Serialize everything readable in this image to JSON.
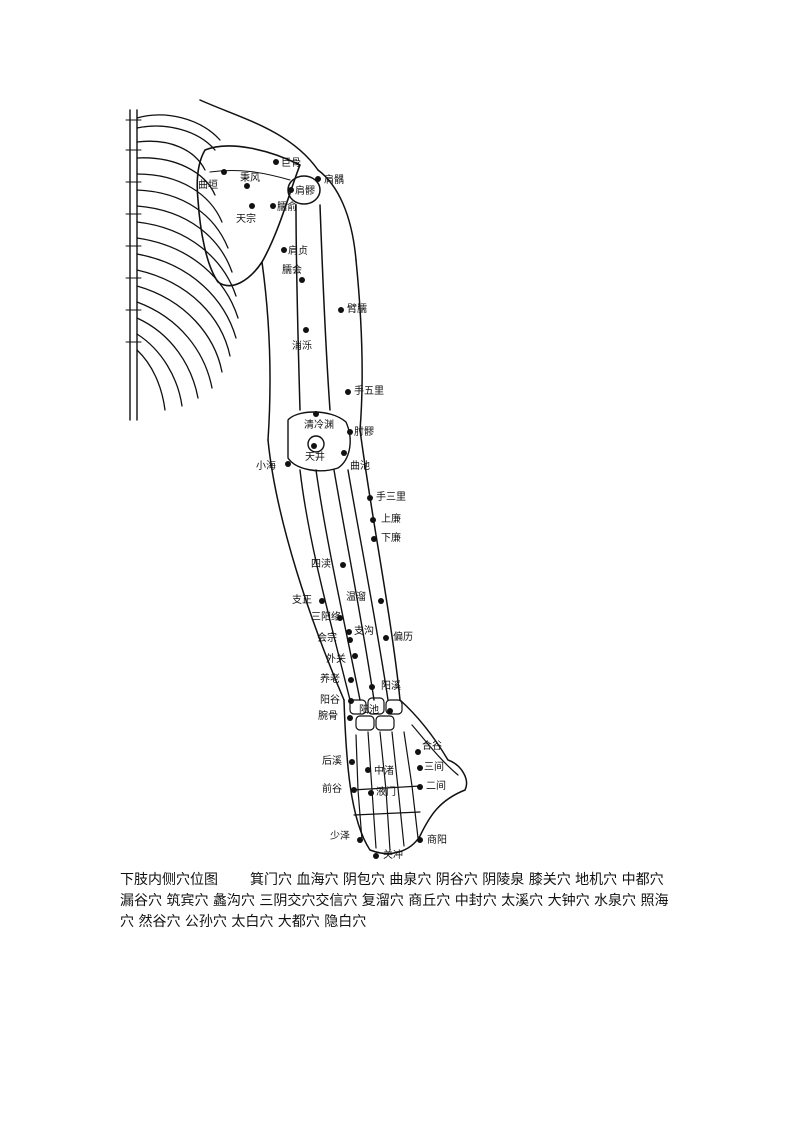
{
  "points": [
    {
      "id": "jugu",
      "label": "巨骨"
    },
    {
      "id": "jianyu",
      "label": "肩髃"
    },
    {
      "id": "quyuan",
      "label": "曲垣"
    },
    {
      "id": "bingfeng",
      "label": "秉风"
    },
    {
      "id": "jianliao",
      "label": "肩髎"
    },
    {
      "id": "naoshu",
      "label": "臑俞"
    },
    {
      "id": "tianzong",
      "label": "天宗"
    },
    {
      "id": "jianzhen",
      "label": "肩贞"
    },
    {
      "id": "naohui",
      "label": "臑会"
    },
    {
      "id": "binao",
      "label": "臂臑"
    },
    {
      "id": "xiaoluo",
      "label": "消泺"
    },
    {
      "id": "shouwuli",
      "label": "手五里"
    },
    {
      "id": "qinglengyuan",
      "label": "清冷渊"
    },
    {
      "id": "zhouliao",
      "label": "肘髎"
    },
    {
      "id": "tianjing",
      "label": "天井"
    },
    {
      "id": "xiaohai",
      "label": "小海"
    },
    {
      "id": "quchi",
      "label": "曲池"
    },
    {
      "id": "shousanli",
      "label": "手三里"
    },
    {
      "id": "shanglian",
      "label": "上廉"
    },
    {
      "id": "xialian",
      "label": "下廉"
    },
    {
      "id": "sidu",
      "label": "四渎"
    },
    {
      "id": "zhizheng",
      "label": "支正"
    },
    {
      "id": "wenliu",
      "label": "温溜"
    },
    {
      "id": "sanyangluo",
      "label": "三阳络"
    },
    {
      "id": "zhigou",
      "label": "支沟"
    },
    {
      "id": "huizong",
      "label": "会宗"
    },
    {
      "id": "pianli",
      "label": "偏历"
    },
    {
      "id": "waiguan",
      "label": "外关"
    },
    {
      "id": "yanglao",
      "label": "养老"
    },
    {
      "id": "yangxi",
      "label": "阳溪"
    },
    {
      "id": "yanggu",
      "label": "阳谷"
    },
    {
      "id": "yangchi",
      "label": "阳池"
    },
    {
      "id": "wangu",
      "label": "腕骨"
    },
    {
      "id": "hegu",
      "label": "合谷"
    },
    {
      "id": "houxi",
      "label": "后溪"
    },
    {
      "id": "zhongzhu",
      "label": "中渚"
    },
    {
      "id": "sanjian",
      "label": "三间"
    },
    {
      "id": "qiangu",
      "label": "前谷"
    },
    {
      "id": "yemen",
      "label": "液门"
    },
    {
      "id": "erjian",
      "label": "二间"
    },
    {
      "id": "shaoze",
      "label": "少泽"
    },
    {
      "id": "shangyang",
      "label": "商阳"
    },
    {
      "id": "guanchong",
      "label": "关冲"
    }
  ],
  "caption": {
    "title": "下肢内侧穴位图",
    "text": "箕门穴 血海穴 阴包穴 曲泉穴 阴谷穴 阴陵泉 膝关穴 地机穴 中都穴 漏谷穴 筑宾穴 蠡沟穴 三阴交穴交信穴 复溜穴 商丘穴 中封穴 太溪穴 大钟穴 水泉穴 照海穴 然谷穴 公孙穴 太白穴 大都穴 隐白穴"
  }
}
